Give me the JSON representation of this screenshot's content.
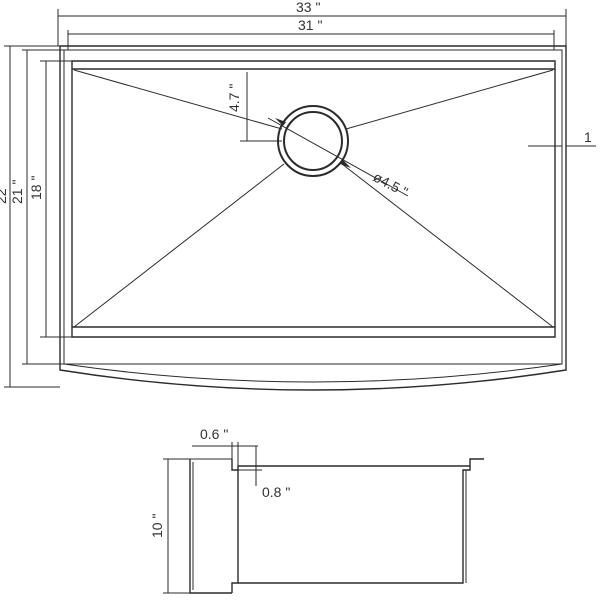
{
  "diagram": {
    "top_view": {
      "dimensions": {
        "overall_width": "33 \"",
        "inner_width": "31 \"",
        "overall_depth": "22 \"",
        "inner_depth": "21 \"",
        "basin_depth": "18 \"",
        "drain_offset": "4.7 \"",
        "drain_diameter": "ø4.5 \"",
        "rim_width": "1"
      }
    },
    "side_view": {
      "dimensions": {
        "rim_thickness": "0.6 \"",
        "ledge_height": "0.8 \"",
        "bowl_depth": "10 \""
      }
    }
  }
}
